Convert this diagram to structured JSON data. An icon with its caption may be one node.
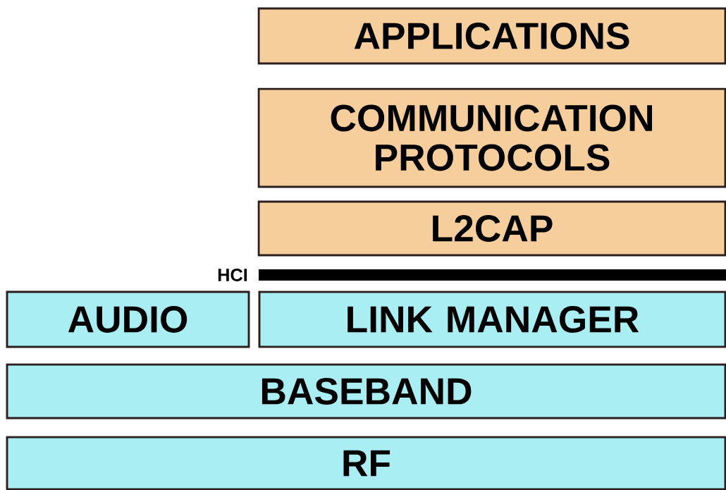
{
  "diagram": {
    "nodes": [
      {
        "text": [
          "APPLICATIONS"
        ]
      },
      {
        "text": [
          "COMMUNICATION PROTOCOLS"
        ]
      },
      {
        "text": [
          "L2CAP"
        ]
      },
      {
        "text": [],
        "shape": "bar",
        "beside": [
          "HCI"
        ]
      },
      {
        "text": [
          "AUDIO"
        ]
      },
      {
        "text": [
          "LINK MANAGER"
        ]
      },
      {
        "text": [
          "BASEBAND"
        ]
      },
      {
        "text": [
          "RF"
        ]
      }
    ]
  }
}
